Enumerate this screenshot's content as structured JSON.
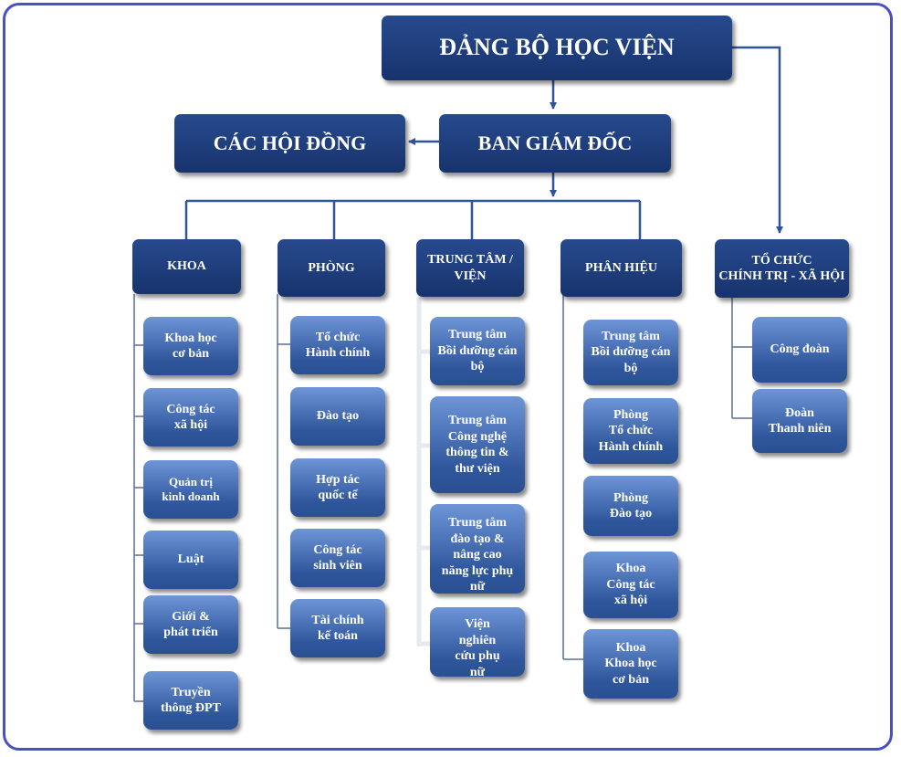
{
  "root": "ĐẢNG BỘ HỌC VIỆN",
  "councils": "CÁC HỘI ĐỒNG",
  "board": "BAN GIÁM ĐỐC",
  "colors": {
    "dark": "#1f3f7e",
    "leaf": "#4a73bb",
    "line": "#2f5597",
    "frame": "#4a4fc4"
  },
  "branches": {
    "khoa": {
      "title": "KHOA",
      "items": [
        "Khoa học\ncơ bản",
        "Công tác\nxã hội",
        "Quản trị\nkinh doanh",
        "Luật",
        "Giới &\nphát triển",
        "Truyền\nthông ĐPT"
      ]
    },
    "phong": {
      "title": "PHÒNG",
      "items": [
        "Tổ chức\nHành chính",
        "Đào tạo",
        "Hợp tác\nquốc tế",
        "Công tác\nsinh viên",
        "Tài chính\nkế toán"
      ]
    },
    "trungtam": {
      "title": "TRUNG TÂM /\nVIỆN",
      "items": [
        "Trung tâm\nBồi dưỡng cán\nbộ",
        "Trung tâm\nCông nghệ\nthông tin &\nthư viện",
        "Trung tâm\nđào tạo &\nnâng cao\nnăng lực phụ\nnữ",
        "Viện\nnghiên\ncứu phụ\nnữ"
      ]
    },
    "phanhieu": {
      "title": "PHÂN HIỆU",
      "items": [
        "Trung tâm\nBồi dưỡng cán\nbộ",
        "Phòng\nTổ chức\nHành chính",
        "Phòng\nĐào tạo",
        "Khoa\nCông tác\nxã hội",
        "Khoa\nKhoa học\ncơ bản"
      ]
    },
    "tochuc": {
      "title": "TỔ CHỨC\nCHÍNH TRỊ - XÃ HỘI",
      "items": [
        "Công đoàn",
        "Đoàn\nThanh niên"
      ]
    }
  }
}
